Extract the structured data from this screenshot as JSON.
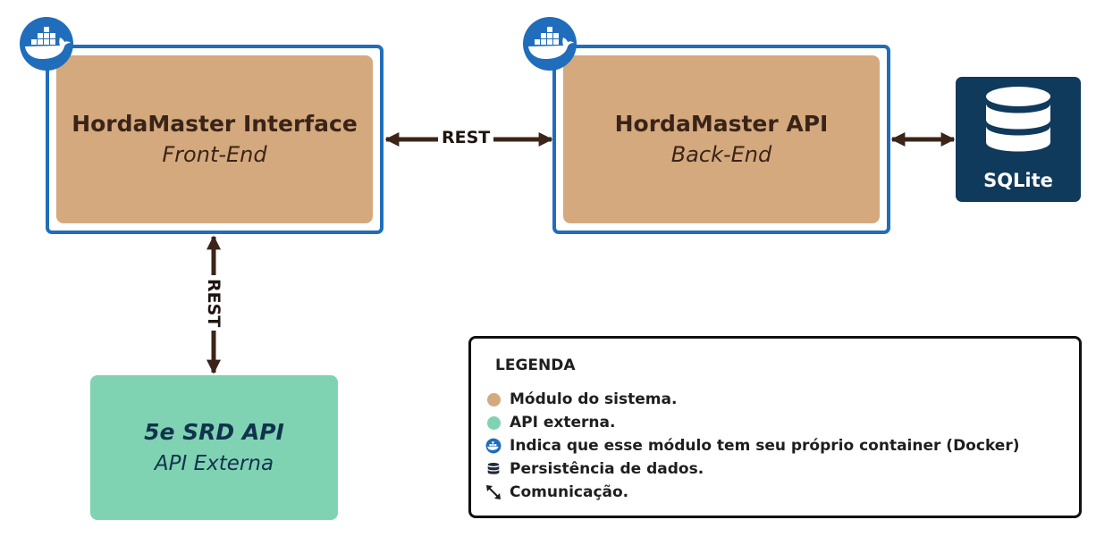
{
  "modules": {
    "frontend": {
      "title": "HordaMaster Interface",
      "subtitle": "Front-End",
      "docker": true
    },
    "backend": {
      "title": "HordaMaster API",
      "subtitle": "Back-End",
      "docker": true
    }
  },
  "database": {
    "label": "SQLite",
    "icon": "database-icon"
  },
  "external": {
    "title": "5e SRD API",
    "subtitle": "API Externa"
  },
  "connections": {
    "front_back": "REST",
    "front_external": "REST"
  },
  "legend": {
    "title": "LEGENDA",
    "items": [
      {
        "icon": "module-dot-icon",
        "label": "Módulo do sistema."
      },
      {
        "icon": "external-dot-icon",
        "label": "API externa."
      },
      {
        "icon": "docker-icon",
        "label": "Indica que esse módulo tem seu próprio container (Docker)"
      },
      {
        "icon": "database-icon",
        "label": "Persistência de dados."
      },
      {
        "icon": "double-arrow-icon",
        "label": "Comunicação."
      }
    ]
  },
  "colors": {
    "module": "#d4a97e",
    "module_border": "#1f6dbb",
    "external": "#7fd3b3",
    "database": "#0f3a5c",
    "docker": "#1f6dbb",
    "arrow": "#3b2418"
  }
}
